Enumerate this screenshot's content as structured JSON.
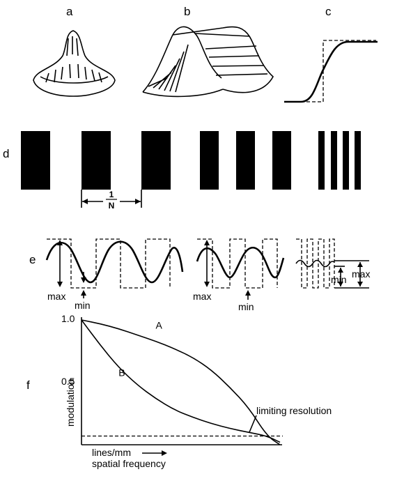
{
  "panel_labels": {
    "a": "a",
    "b": "b",
    "c": "c",
    "d": "d",
    "e": "e",
    "f": "f"
  },
  "panel_d": {
    "fraction_top": "1",
    "fraction_bottom": "N"
  },
  "panel_e": {
    "group1_max": "max",
    "group1_min": "min",
    "group2_max": "max",
    "group2_min": "min",
    "group3_max": "max",
    "group3_min": "min"
  },
  "panel_f": {
    "ylabel": "modulation",
    "xlabel_line1": "lines/mm",
    "xlabel_line2": "spatial frequency",
    "annotation": "limiting resolution"
  },
  "chart_data": {
    "type": "line",
    "ylabel": "modulation",
    "xlabel": "lines/mm spatial frequency",
    "ylim": [
      0,
      1.0
    ],
    "y_ticks": [
      "1.0",
      "0.5"
    ],
    "threshold": 0.07,
    "x": [
      0,
      0.1,
      0.2,
      0.3,
      0.4,
      0.5,
      0.6,
      0.7,
      0.8,
      0.9,
      1.0,
      1.07
    ],
    "series": [
      {
        "name": "A",
        "values": [
          1.0,
          0.97,
          0.93,
          0.88,
          0.83,
          0.77,
          0.7,
          0.6,
          0.46,
          0.3,
          0.07,
          0.0
        ]
      },
      {
        "name": "B",
        "values": [
          1.0,
          0.8,
          0.62,
          0.48,
          0.37,
          0.28,
          0.22,
          0.17,
          0.13,
          0.1,
          0.07,
          0.02
        ]
      }
    ]
  }
}
